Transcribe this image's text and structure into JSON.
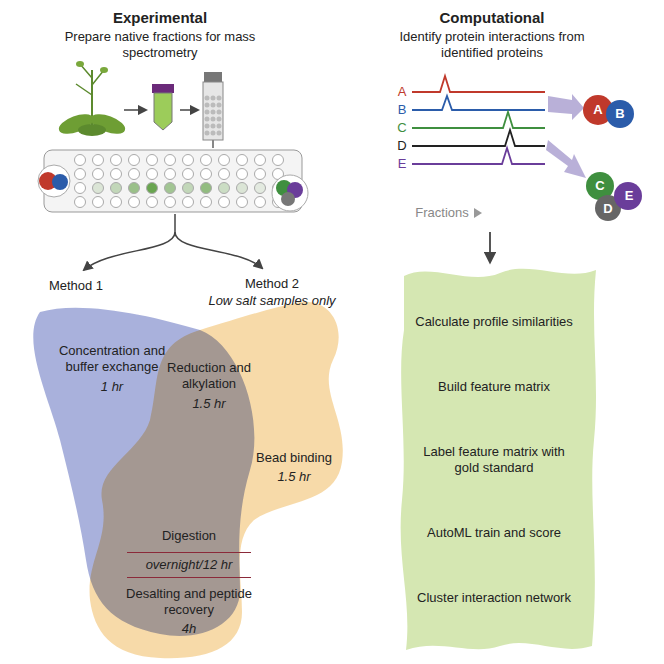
{
  "diagram": {
    "nodes": [
      {
        "text": [
          "Concentration and buffer exchange",
          "1 hr"
        ]
      },
      {
        "text": [
          "Reduction and alkylation",
          "1.5 hr"
        ]
      },
      {
        "text": [
          "Bead binding",
          "1.5 hr"
        ]
      },
      {
        "text": [
          "Digestion",
          "overnight/12 hr",
          "Desalting and peptide recovery",
          "4h"
        ]
      },
      {
        "text": [
          "Calculate profile similarities",
          "Build feature matrix",
          "Label feature matrix with gold standard",
          "AutoML train and score",
          "Cluster interaction network"
        ]
      }
    ],
    "labels": [
      "Experimental",
      "Prepare native fractions for mass spectrometry",
      "Computational",
      "Identify protein interactions from identified proteins",
      "Method 1",
      "Method 2",
      "Low salt samples only",
      "A",
      "B",
      "C",
      "D",
      "E",
      "Fractions",
      "A",
      "B",
      "C",
      "D",
      "E"
    ]
  }
}
